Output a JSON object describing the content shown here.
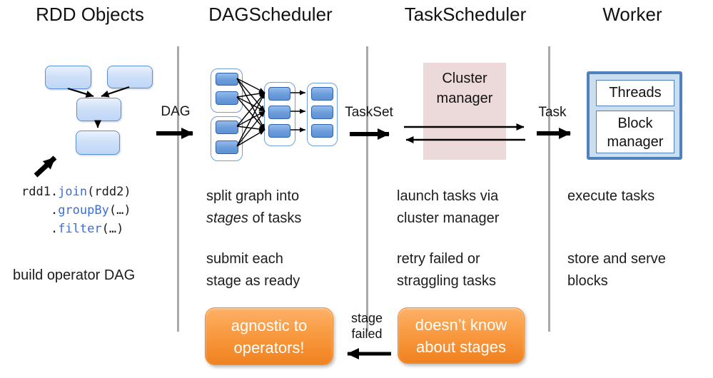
{
  "headers": {
    "rdd": "RDD Objects",
    "dag": "DAGScheduler",
    "task_scheduler": "TaskScheduler",
    "worker": "Worker"
  },
  "flow_labels": {
    "dag": "DAG",
    "taskset": "TaskSet",
    "task": "Task"
  },
  "rdd_column": {
    "code": {
      "l1a": "rdd1.",
      "l1b": "join",
      "l1c": "(rdd2)",
      "l2a": "    .",
      "l2b": "groupBy",
      "l2c": "(…)",
      "l3a": "    .",
      "l3b": "filter",
      "l3c": "(…)"
    },
    "note": "build operator DAG"
  },
  "dag_column": {
    "note1_line1": "split graph into",
    "note1_line2_italic": "stages",
    "note1_line2_rest": " of tasks",
    "note2_line1": "submit each",
    "note2_line2": "stage as ready",
    "callout_line1": "agnostic to",
    "callout_line2": "operators!"
  },
  "task_column": {
    "cluster_manager_line1": "Cluster",
    "cluster_manager_line2": "manager",
    "note1_line1": "launch tasks via",
    "note1_line2": "cluster manager",
    "note2_line1": "retry failed or",
    "note2_line2": "straggling tasks",
    "callout_line1": "doesn’t know",
    "callout_line2": "about stages"
  },
  "worker_column": {
    "threads": "Threads",
    "block_manager_line1": "Block",
    "block_manager_line2": "manager",
    "note1": "execute tasks",
    "note2_line1": "store and serve",
    "note2_line2": "blocks"
  },
  "stage_failed": {
    "line1": "stage",
    "line2": "failed"
  },
  "colors": {
    "accent_blue": "#4f81bd",
    "node_blue": "#6b9cda",
    "light_blue_fill": "#cfe0f9",
    "orange": "#f08120",
    "pink": "#ecd9d9",
    "divider_gray": "#a9a9a9",
    "code_keyword_blue": "#3b6fd6"
  }
}
